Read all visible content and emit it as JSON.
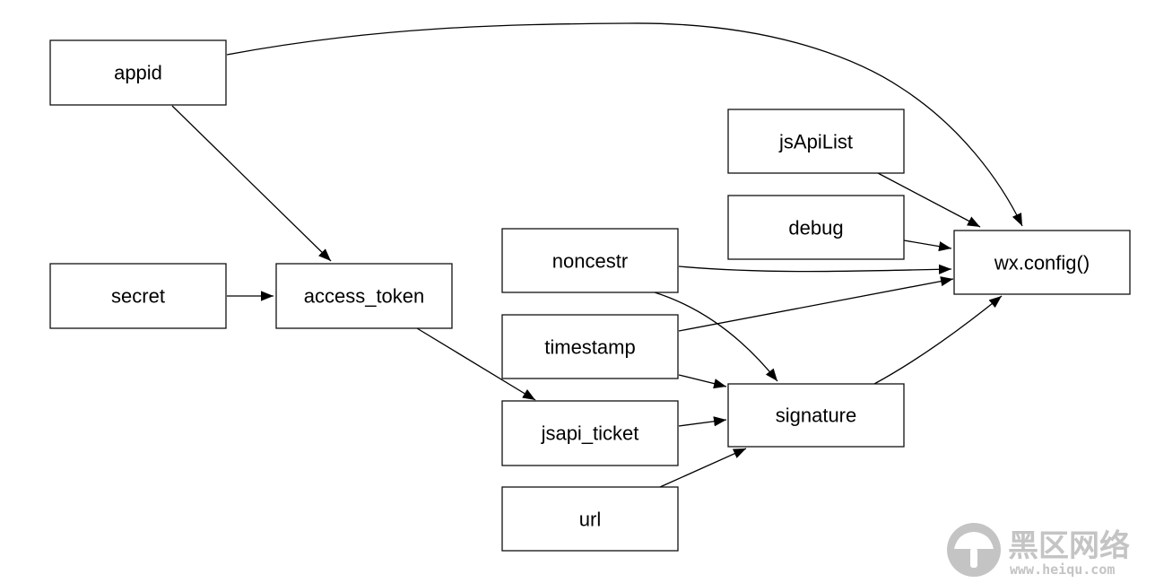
{
  "nodes": {
    "appid": "appid",
    "secret": "secret",
    "access_token": "access_token",
    "jsapi_ticket": "jsapi_ticket",
    "noncestr": "noncestr",
    "timestamp": "timestamp",
    "url": "url",
    "signature": "signature",
    "jsApiList": "jsApiList",
    "debug": "debug",
    "wx_config": "wx.config()"
  },
  "edges": [
    {
      "from": "appid",
      "to": "access_token"
    },
    {
      "from": "appid",
      "to": "wx_config"
    },
    {
      "from": "secret",
      "to": "access_token"
    },
    {
      "from": "access_token",
      "to": "jsapi_ticket"
    },
    {
      "from": "noncestr",
      "to": "signature"
    },
    {
      "from": "noncestr",
      "to": "wx_config"
    },
    {
      "from": "timestamp",
      "to": "signature"
    },
    {
      "from": "timestamp",
      "to": "wx_config"
    },
    {
      "from": "jsapi_ticket",
      "to": "signature"
    },
    {
      "from": "url",
      "to": "signature"
    },
    {
      "from": "jsApiList",
      "to": "wx_config"
    },
    {
      "from": "debug",
      "to": "wx_config"
    },
    {
      "from": "signature",
      "to": "wx_config"
    }
  ],
  "watermark": {
    "title": "黑区网络",
    "url": "www.heiqu.com",
    "color": "#c4c4c4"
  }
}
